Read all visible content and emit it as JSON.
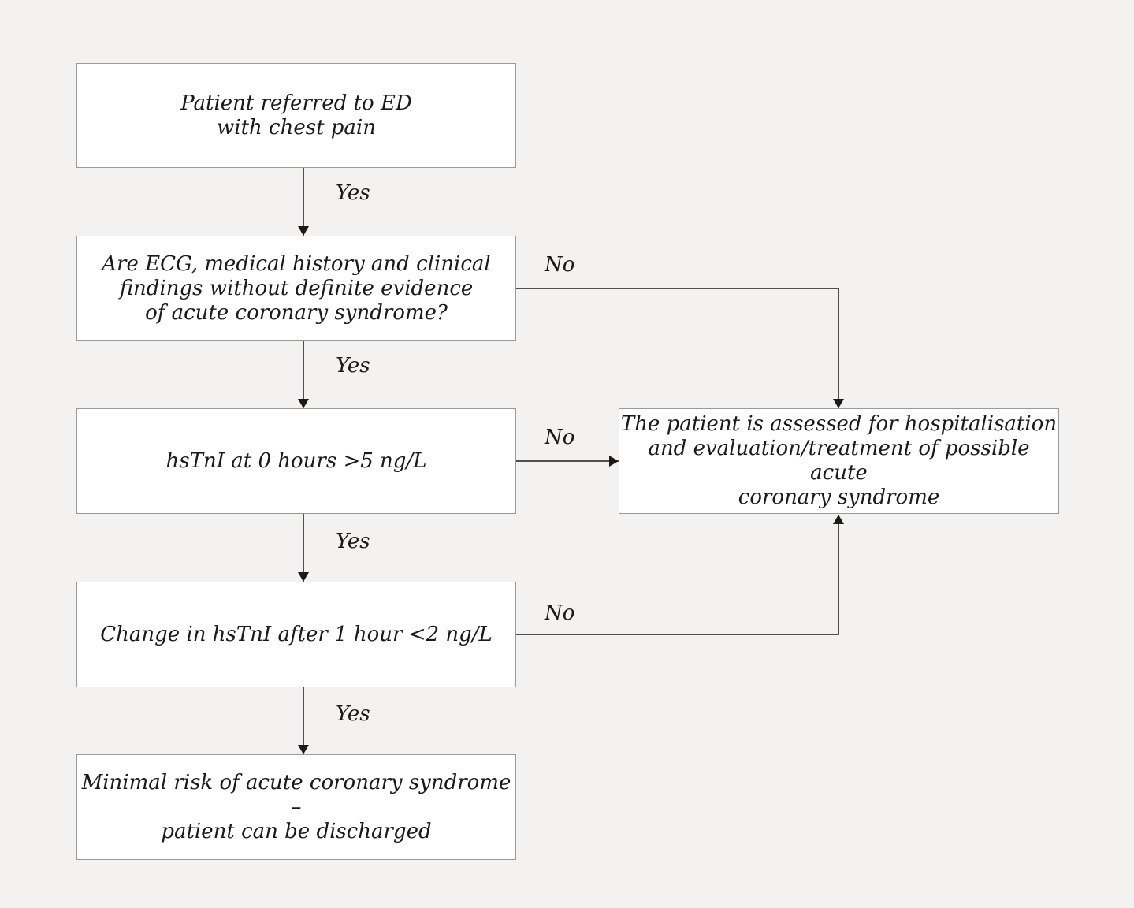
{
  "flowchart": {
    "boxes": {
      "start": "Patient referred to ED\nwith chest pain",
      "q1": "Are ECG, medical history and clinical\nfindings without definite evidence\nof acute coronary syndrome?",
      "q2": "hsTnI at 0 hours >5 ng/L",
      "q3": "Change in hsTnI after 1 hour <2 ng/L",
      "end_discharge": "Minimal risk of acute coronary syndrome –\npatient can be discharged",
      "end_hospital": "The patient is assessed for hospitalisation\nand evaluation/treatment of possible acute\ncoronary syndrome"
    },
    "edge_labels": {
      "start_to_q1": "Yes",
      "q1_to_q2": "Yes",
      "q2_to_q3": "Yes",
      "q3_to_discharge": "Yes",
      "q1_no": "No",
      "q2_no": "No",
      "q3_no": "No"
    }
  }
}
